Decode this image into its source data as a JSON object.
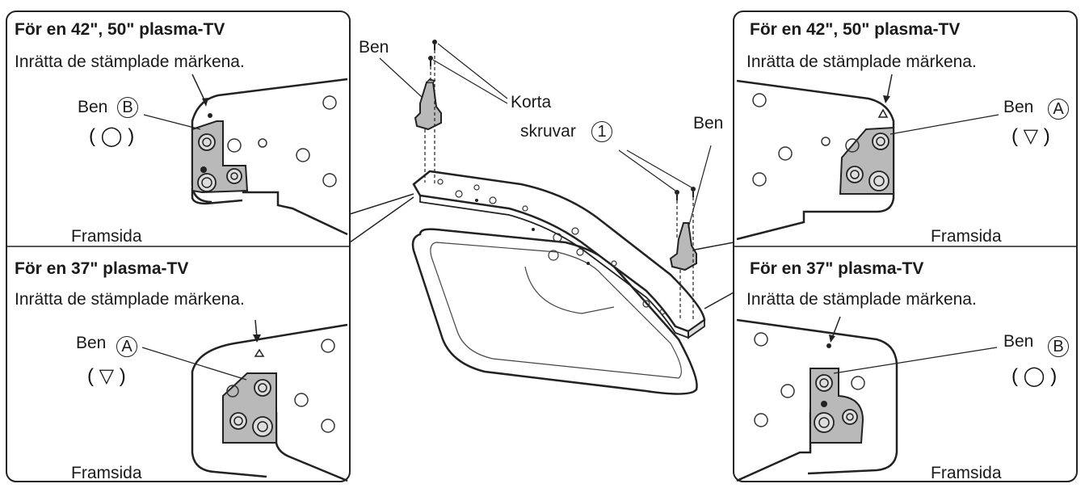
{
  "panels": {
    "top_left": {
      "title": "För en 42\", 50\" plasma-TV",
      "instruction": "Inrätta de stämplade märkena.",
      "leg_label": "Ben",
      "leg_letter": "B",
      "mark": "( ◯ )",
      "front": "Framsida"
    },
    "bottom_left": {
      "title": "För en 37\" plasma-TV",
      "instruction": "Inrätta de stämplade märkena.",
      "leg_label": "Ben",
      "leg_letter": "A",
      "mark": "( ▽ )",
      "front": "Framsida"
    },
    "top_right": {
      "title": "För en 42\", 50\" plasma-TV",
      "instruction": "Inrätta de stämplade märkena.",
      "leg_label": "Ben",
      "leg_letter": "A",
      "mark": "( ▽ )",
      "front": "Framsida"
    },
    "bottom_right": {
      "title": "För en 37\" plasma-TV",
      "instruction": "Inrätta de stämplade märkena.",
      "leg_label": "Ben",
      "leg_letter": "B",
      "mark": "( ◯ )",
      "front": "Framsida"
    }
  },
  "center": {
    "leg_left_label": "Ben",
    "leg_right_label": "Ben",
    "screws_label_line1": "Korta",
    "screws_label_line2": "skruvar",
    "screws_number": "1"
  }
}
